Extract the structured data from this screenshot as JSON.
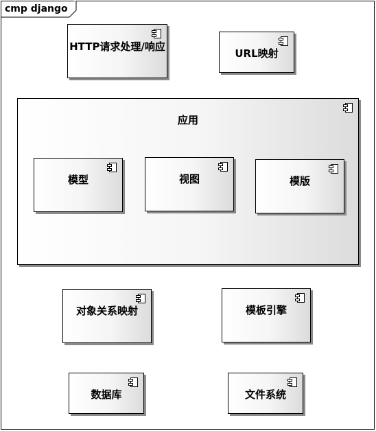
{
  "frame": {
    "title": "cmp django"
  },
  "components": {
    "http": {
      "label": "HTTP请求处理/响应"
    },
    "url": {
      "label": "URL映射"
    },
    "app": {
      "label": "应用"
    },
    "model": {
      "label": "模型"
    },
    "view": {
      "label": "视图"
    },
    "template": {
      "label": "模版"
    },
    "orm": {
      "label": "对象关系映射"
    },
    "engine": {
      "label": "模板引擎"
    },
    "db": {
      "label": "数据库"
    },
    "fs": {
      "label": "文件系统"
    }
  },
  "icons": {
    "component": "uml-component-icon"
  }
}
